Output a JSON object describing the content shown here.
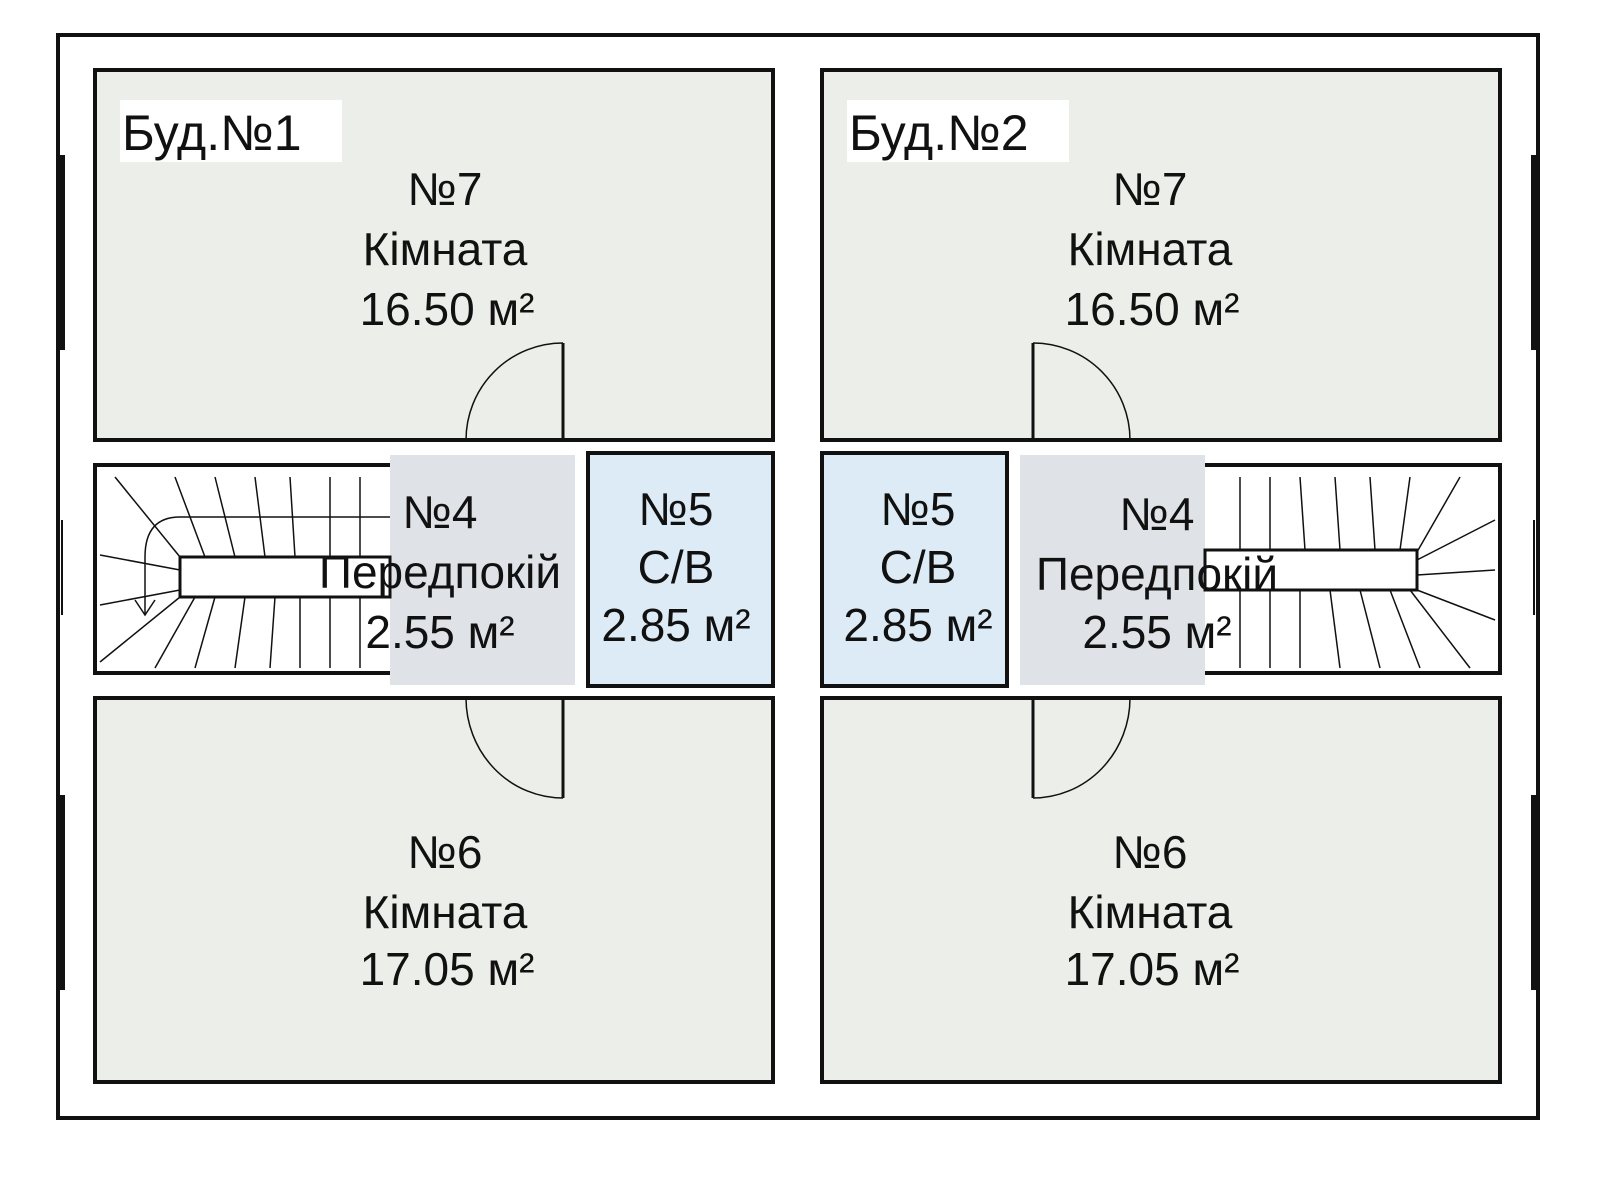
{
  "title": "Floor plan",
  "colors": {
    "room": "#eceeea",
    "hall": "#dfe2e6",
    "bath": "#dcebf5",
    "wall": "#111111"
  },
  "buildings": [
    {
      "label": "Буд.№1",
      "rooms": {
        "r7": {
          "number": "№7",
          "name": "Кімната",
          "area": "16.50 м²"
        },
        "r4": {
          "number": "№4",
          "name": "Передпокій",
          "area": "2.55 м²"
        },
        "r5": {
          "number": "№5",
          "name": "С/В",
          "area": "2.85 м²"
        },
        "r6": {
          "number": "№6",
          "name": "Кімната",
          "area": "17.05 м²"
        }
      }
    },
    {
      "label": "Буд.№2",
      "rooms": {
        "r7": {
          "number": "№7",
          "name": "Кімната",
          "area": "16.50 м²"
        },
        "r4": {
          "number": "№4",
          "name": "Передпокій",
          "area": "2.55 м²"
        },
        "r5": {
          "number": "№5",
          "name": "С/В",
          "area": "2.85 м²"
        },
        "r6": {
          "number": "№6",
          "name": "Кімната",
          "area": "17.05 м²"
        }
      }
    }
  ]
}
